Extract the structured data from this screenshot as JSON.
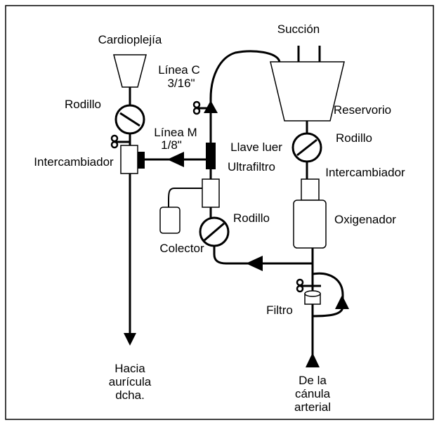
{
  "labels": {
    "cardioplejia": "Cardioplejía",
    "succion": "Succión",
    "linea_c_1": "Línea C",
    "linea_c_2": "3/16\"",
    "rodillo_left": "Rodillo",
    "reservorio": "Reservorio",
    "linea_m_1": "Línea M",
    "linea_m_2": "1/8\"",
    "llave_luer": "Llave luer",
    "rodillo_right": "Rodillo",
    "intercambiador_left": "Intercambiador",
    "ultrafiltro": "Ultrafiltro",
    "intercambiador_right": "Intercambiador",
    "oxigenador": "Oxigenador",
    "rodillo_middle": "Rodillo",
    "colector": "Colector",
    "filtro": "Filtro",
    "hacia_1": "Hacia",
    "hacia_2": "aurícula",
    "hacia_3": "dcha.",
    "de_1": "De la",
    "de_2": "cánula",
    "de_3": "arterial"
  }
}
